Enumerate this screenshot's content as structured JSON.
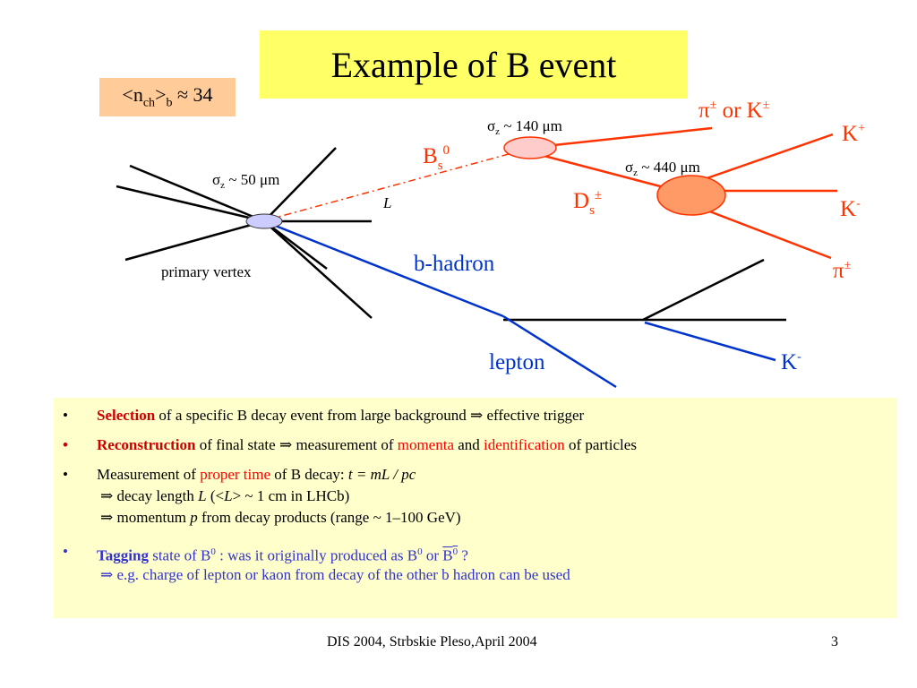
{
  "title": "Example of B event",
  "multiplicity": {
    "lhs": "<n",
    "sub1": "ch",
    "gt": ">",
    "sub2": "b",
    "approx": " ≈ 34"
  },
  "diagram": {
    "primary_vertex_label": "primary vertex",
    "sigma_primary": {
      "sigma": "σ",
      "sub": "z",
      "rest": " ~ 50 μm"
    },
    "flight_label": "L",
    "bs_label": {
      "main": "B",
      "sub": "s",
      "sup": "0"
    },
    "sigma_bs": {
      "sigma": "σ",
      "sub": "z",
      "rest": " ~ 140 μm"
    },
    "pik_label": {
      "pi": "π",
      "pm1": "±",
      "or": " or K",
      "pm2": "±"
    },
    "ds_label": {
      "main": "D",
      "sub": "s",
      "sup": "±"
    },
    "sigma_ds": {
      "sigma": "σ",
      "sub": "z",
      "rest": " ~ 440 μm"
    },
    "kplus": {
      "k": "K",
      "sup": "+"
    },
    "kminus": {
      "k": "K",
      "sup": "-"
    },
    "pi_pm": {
      "pi": "π",
      "sup": "±"
    },
    "b_hadron_label": "b-hadron",
    "lepton_label": "lepton",
    "k_other": {
      "k": "K",
      "sup": "-"
    },
    "colors": {
      "red": "#ff3300",
      "blue": "#0033cc",
      "bs_vertex": "#ffcccc",
      "ds_vertex": "#ff9966",
      "pv_vertex": "#ccccff"
    }
  },
  "bullets": {
    "marker": "•",
    "b1": {
      "key": "Selection",
      "text": " of a specific B decay event from large background ⇒ effective trigger"
    },
    "b2": {
      "key": "Reconstruction",
      "t1": " of final state  ⇒ measurement of ",
      "momenta": "momenta",
      "and": " and ",
      "identification": "identification",
      "t2": " of particles"
    },
    "b3": {
      "t1": "Measurement of  ",
      "proper_time": "proper time",
      "t2": " of B decay:  ",
      "formula": "t = mL / pc"
    },
    "b3a": {
      "arrow": "⇒",
      "t1": " decay length ",
      "L": "L",
      "t2": "  (<",
      "L2": "L",
      "t3": "> ~ 1 cm in LHCb)"
    },
    "b3b": {
      "arrow": "⇒",
      "t1": " momentum ",
      "p": "p",
      "t2": " from decay products  (range ~ 1–100 GeV)"
    },
    "b4": {
      "key": "Tagging",
      "t1": " state of B",
      "sup1": "0",
      "t2": " : was it originally produced as B",
      "sup2": "0",
      "t3": " or ",
      "bbar": "B",
      "sup3": "0",
      "t4": " ?"
    },
    "b4a": {
      "arrow": "⇒",
      "text": "  e.g. charge of lepton or kaon from decay of the other b hadron can be used"
    }
  },
  "footer": {
    "conference": "DIS 2004, Strbskie Pleso,April 2004",
    "page": "3"
  }
}
